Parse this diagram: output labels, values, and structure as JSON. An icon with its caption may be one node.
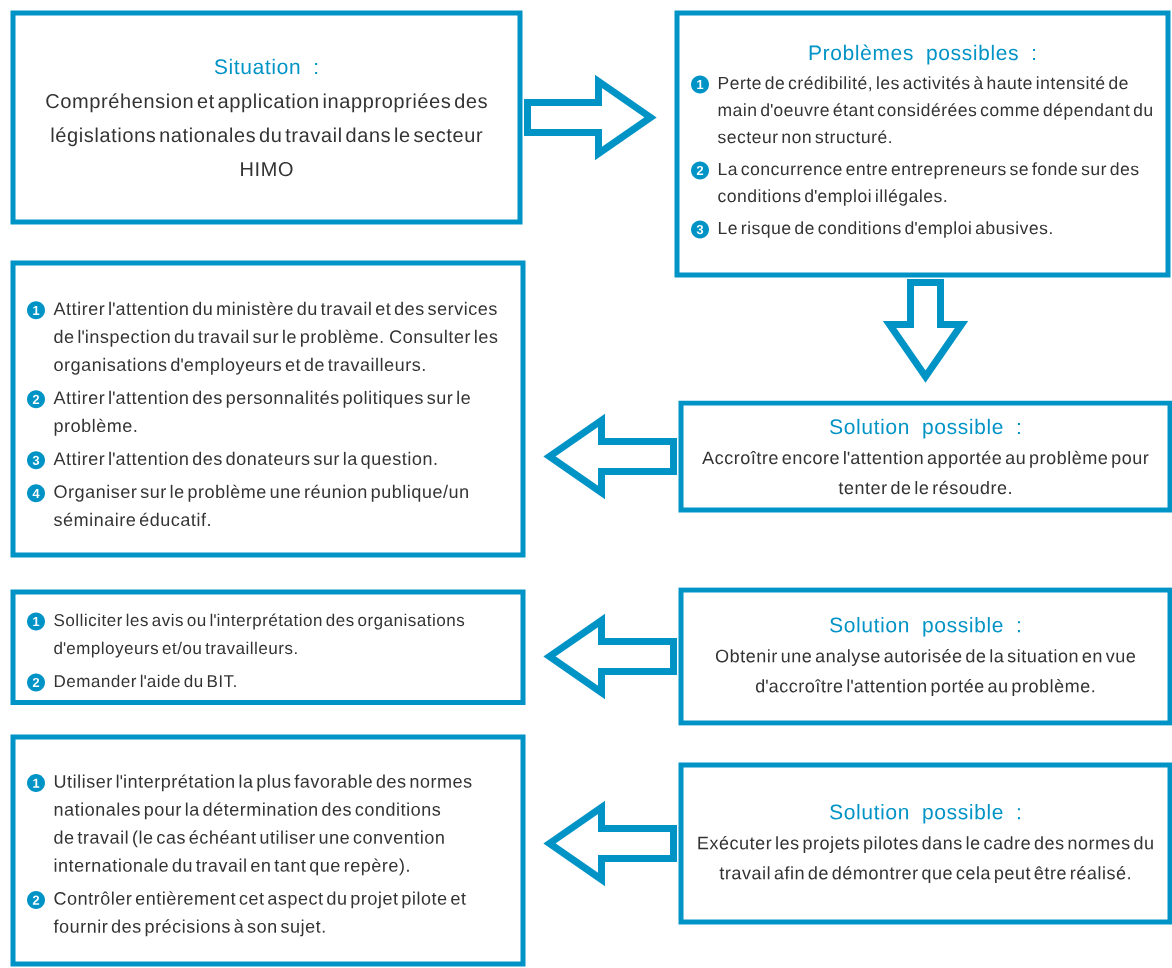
{
  "diagram": {
    "nodes": [
      {
        "text": [
          "Situation :",
          "Compréhension et application inappropriées des législations nationales du travail dans le secteur HIMO"
        ]
      },
      {
        "text": [
          "Problèmes possibles :",
          "1",
          "Perte de crédibilité, les activités à haute intensité de main d'oeuvre étant considérées comme dépendant du secteur non structuré.",
          "2",
          "La concurrence entre entrepreneurs se fonde sur des conditions d'emploi illégales.",
          "3",
          "Le risque de conditions d'emploi abusives."
        ]
      },
      {
        "text": [
          "Solution possible :",
          "Accroître encore l'attention apportée au problème pour tenter de le résoudre."
        ]
      },
      {
        "text": [
          "1",
          "Attirer l'attention du ministère du travail et des services de l'inspection du travail sur le problème. Consulter les organisations d'employeurs et de travailleurs.",
          "2",
          "Attirer l'attention des personnalités politiques sur le problème.",
          "3",
          "Attirer l'attention des donateurs sur la question.",
          "4",
          "Organiser sur le problème une réunion publique/un séminaire éducatif."
        ]
      },
      {
        "text": [
          "Solution possible :",
          "Obtenir une analyse autorisée de la situation en vue d'accroître l'attention portée au problème."
        ]
      },
      {
        "text": [
          "1",
          "Solliciter les avis ou l'interprétation des organisations d'employeurs et/ou travailleurs.",
          "2",
          "Demander l'aide du BIT."
        ]
      },
      {
        "text": [
          "Solution possible :",
          "Exécuter les projets pilotes dans le cadre des normes du travail afin de démontrer que cela peut être réalisé."
        ]
      },
      {
        "text": [
          "1",
          "Utiliser l'interprétation la plus favorable des normes nationales pour la détermination des conditions de travail (le cas échéant utiliser une convention internationale du travail en tant que repère).",
          "2",
          "Contrôler entièrement cet aspect du projet pilote et fournir des précisions à son sujet."
        ]
      }
    ],
    "edges": [
      {
        "from": 0,
        "to": 1,
        "arrow": "to"
      },
      {
        "from": 1,
        "to": 2,
        "arrow": "to"
      },
      {
        "from": 2,
        "to": 3,
        "arrow": "to"
      },
      {
        "from": 4,
        "to": 5,
        "arrow": "to"
      },
      {
        "from": 6,
        "to": 7,
        "arrow": "to"
      }
    ]
  }
}
